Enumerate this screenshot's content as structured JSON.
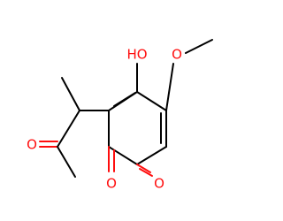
{
  "molecule": {
    "colors": {
      "carbon": "#000000",
      "oxygen": "#ff0d0d",
      "background": "#ffffff"
    },
    "labels": {
      "hydroxyl": "HO",
      "methoxy_o": "O",
      "ketone_o": "O",
      "quinone_o1": "O",
      "quinone_o2": "O"
    }
  }
}
